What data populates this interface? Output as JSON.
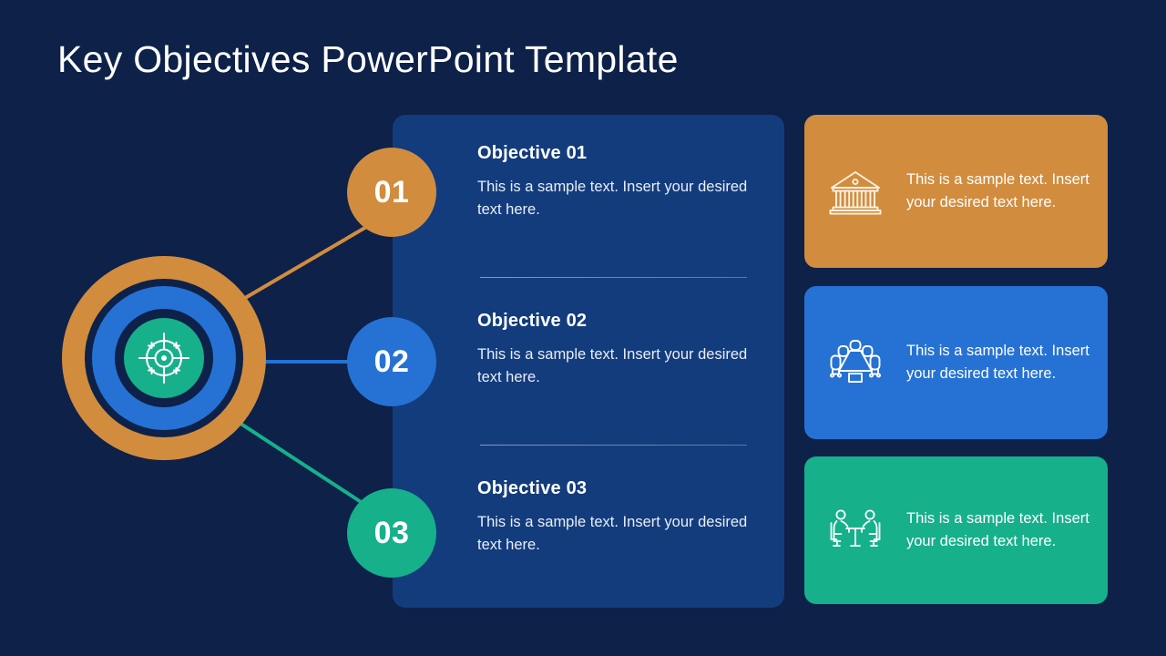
{
  "slide": {
    "title": "Key Objectives PowerPoint Template",
    "background_color": "#0d2149"
  },
  "colors": {
    "background": "#0d2149",
    "panel": "#133c7d",
    "orange": "#d18c3e",
    "blue": "#2572d4",
    "green": "#16b08b",
    "text": "#ffffff"
  },
  "bullseye": {
    "icon": "crosshair-target-icon",
    "rings": [
      {
        "name": "outer-ring",
        "color": "#d18c3e"
      },
      {
        "name": "middle-ring",
        "color": "#2572d4"
      },
      {
        "name": "core-circle",
        "color": "#16b08b"
      }
    ]
  },
  "objectives": [
    {
      "number": "01",
      "title": "Objective 01",
      "description": "This is a sample text. Insert your desired text here.",
      "color": "#d18c3e"
    },
    {
      "number": "02",
      "title": "Objective 02",
      "description": "This is a sample text. Insert your desired text here.",
      "color": "#2572d4"
    },
    {
      "number": "03",
      "title": "Objective 03",
      "description": "This is a sample text. Insert your desired text here.",
      "color": "#16b08b"
    }
  ],
  "cards": [
    {
      "icon": "bank-building-icon",
      "text": "This is a sample text. Insert your desired text here.",
      "color": "#d18c3e"
    },
    {
      "icon": "conference-table-icon",
      "text": "This is a sample text. Insert your desired text here.",
      "color": "#2572d4"
    },
    {
      "icon": "meeting-two-people-icon",
      "text": "This is a sample text. Insert your desired text here.",
      "color": "#16b08b"
    }
  ]
}
